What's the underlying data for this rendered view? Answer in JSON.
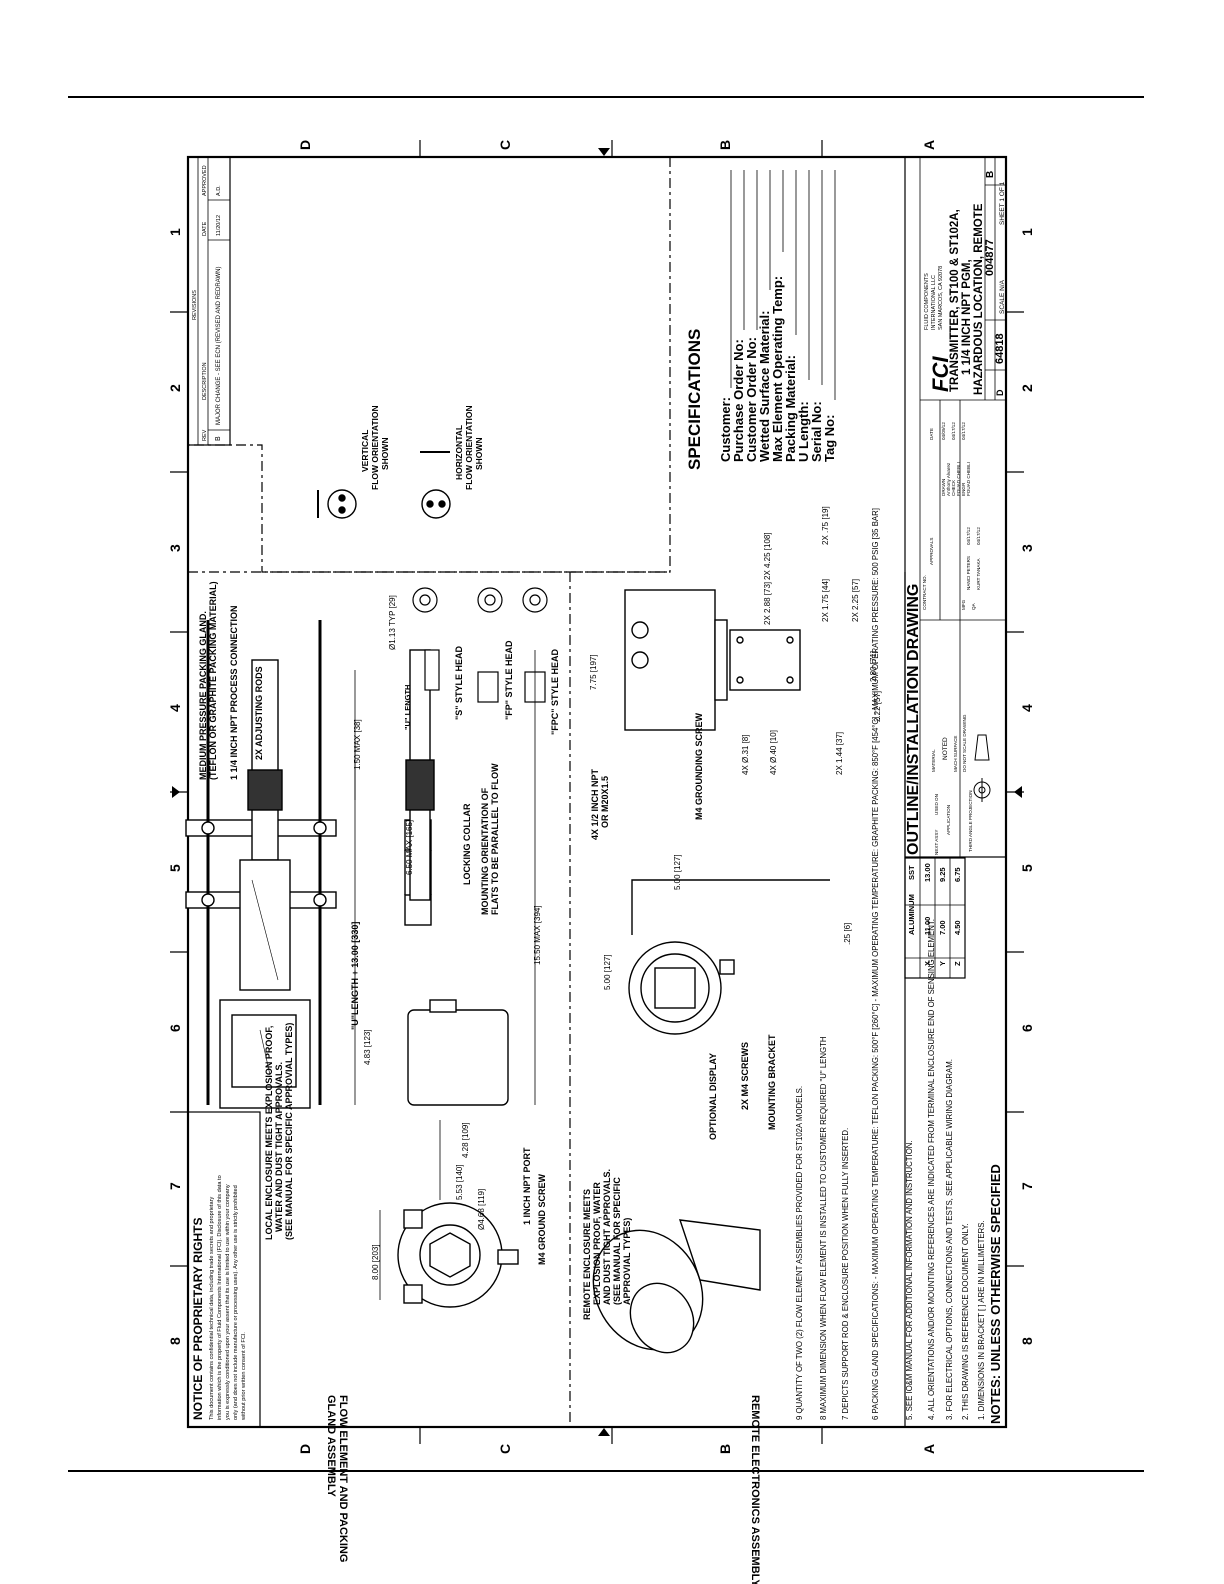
{
  "zones": {
    "top": [
      "8",
      "7",
      "6",
      "5",
      "4",
      "3",
      "2",
      "1"
    ],
    "side": [
      "D",
      "C",
      "B",
      "A"
    ]
  },
  "proprietary": {
    "heading": "NOTICE OF PROPRIETARY RIGHTS",
    "body": [
      "This document contains confidential technical data, including trade secrets and proprietary",
      "information which is the property of Fluid Components International (FCI). Disclosure of this data to",
      "you is expressly conditioned upon your assent that its use is limited to use within your company",
      "only (and does not include manufacture or processing uses). Any other use is strictly prohibited",
      "without prior written consent of FCI."
    ]
  },
  "revisions": {
    "header": "REVISIONS",
    "cols": [
      "REV",
      "DESCRIPTION",
      "DATE",
      "APPROVED"
    ],
    "row": [
      "B",
      "MAJOR CHANGE - SEE ECN (REVISED AND REDRAWN)",
      "11/20/12",
      "A.D."
    ]
  },
  "assemblies": {
    "flow_element": [
      "FLOW ELEMENT AND PACKING",
      "GLAND ASSEMBLY"
    ],
    "remote": "REMOTE ELECTRONICS ASSEMBLY"
  },
  "labels": {
    "packing_gland": [
      "MEDIUM PRESSURE PACKING GLAND.",
      "(TEFLON OR GRAPHITE PACKING MATERIAL)"
    ],
    "npt_process": "1 1/4 INCH NPT PROCESS CONNECTION",
    "adjusting_rods": "2X ADJUSTING RODS",
    "local_enclosure": [
      "LOCAL ENCLOSURE MEETS EXPLOSION PROOF,",
      "WATER AND DUST TIGHT APPROVALS.",
      "(SEE MANUAL FOR SPECIFIC APPROVIAL TYPES)"
    ],
    "npt_port": "1 INCH NPT PORT",
    "m4_ground": "M4 GROUND SCREW",
    "u_length": "\"U\"LENGTH + 13.00 [330]",
    "locking_collar": "LOCKING COLLAR",
    "mounting_orient": [
      "MOUNTING ORIENTATION OF",
      "FLATS TO BE PARALLEL TO FLOW"
    ],
    "u_label": "\"U\" LENGTH",
    "s_head": "\"S\" STYLE HEAD",
    "fp_head": "\"FP\" STYLE HEAD",
    "fpc_head": "\"FPC\" STYLE HEAD",
    "dia_113": "Ø1.13 TYP [29]",
    "max_150": "1.50 MAX [38]",
    "max_650": "6.50 MAX [165]",
    "max_1550": "15.50 MAX [394]",
    "d_483": "4.83 [123]",
    "d_428": "4.28 [109]",
    "d_553": "5.53 [140]",
    "d_800": "8.00 [203]",
    "d_468": "Ø4.68 [119]",
    "remote_enclosure": [
      "REMOTE ENCLOSURE MEETS",
      "EXPLOSION PROOF, WATER",
      "AND DUST TIGHT APPROVALS.",
      "(SEE MANUAL FOR SPECIFIC",
      "APPROVIAL TYPES)"
    ],
    "optional_display": "OPTIONAL DISPLAY",
    "m4_screws": "2X M4 SCREWS",
    "mounting_bracket": "MOUNTING BRACKET",
    "d_500a": "5.00 [127]",
    "d_500b": "5.00 [127]",
    "d_025": ".25 [6]",
    "npt_half": [
      "4X 1/2 INCH NPT",
      "OR M20X1.5"
    ],
    "m4_grounding": "M4 GROUNDING SCREW",
    "d_775": "7.75 [197]",
    "d_031": "4X Ø.31 [8]",
    "d_040": "4X Ø.40 [10]",
    "d_144": "2X 1.44 [37]",
    "d_222": "2.22 [57]",
    "d_280": "2.80 [71]",
    "d_288": "2X 2.88 [73]",
    "d_425": "2X 4.25 [108]",
    "d_175": "2X 1.75 [44]",
    "d_225": "2X 2.25 [57]",
    "d_075": "2X .75 [19]",
    "vertical": [
      "VERTICAL",
      "FLOW ORIENTATION",
      "SHOWN"
    ],
    "horizontal": [
      "HORIZONTAL",
      "FLOW ORIENTATION",
      "SHOWN"
    ]
  },
  "dim_table": {
    "head": [
      "",
      "ALUMINUM",
      "SST"
    ],
    "rows": [
      [
        "X",
        "11.00",
        "13.00"
      ],
      [
        "Y",
        "7.00",
        "9.25"
      ],
      [
        "Z",
        "4.50",
        "6.75"
      ]
    ]
  },
  "specifications": {
    "title": "SPECIFICATIONS",
    "fields": [
      "Customer:",
      "Purchase Order No:",
      "Customer Order No:",
      "Wetted Surface Material:",
      "Max Element Operating Temp:",
      "Packing Material:",
      "U Length:",
      "Serial No:",
      "Tag No:"
    ]
  },
  "notes": {
    "heading": "NOTES: UNLESS OTHERWISE SPECIFIED",
    "items": [
      "1.  DIMENSIONS IN BRACKET [ ] ARE IN MILLIMETERS.",
      "2.  THIS DRAWING IS REFERENCE DOCUMENT ONLY.",
      "3.  FOR ELECTRICAL OPTIONS, CONNECTIONS AND TESTS, SEE APPLICABLE WIRING DIAGRAM.",
      "4.  ALL ORIENTATIONS AND/OR MOUNTING REFERENCES ARE INDICATED FROM TERMINAL ENCLOSURE END OF SENSING ELEMENT.",
      "5.  SEE IO&M MANUAL FOR ADDITIONAL INFORMATION AND INSTRUCTION.",
      "6   PACKING GLAND SPECIFICATIONS: - MAXIMUM OPERATING TEMPERATURE: TEFLON PACKING: 500°F [260°C] - MAXIMUM OPERATING TEMPERATURE: GRAPHITE PACKING: 850°F [454°C] - MAXIMUM OPERATING PRESSURE: 500 PSIG [35 BAR]",
      "7   DEPICTS SUPPORT ROD & ENCLOSURE POSITION WHEN FULLY INSERTED.",
      "8   MAXIMUM DIMENSION WHEN FLOW ELEMENT IS INSTALLED TO CUSTOMER REQUIRED \"U\" LENGTH",
      "9   QUANTITY OF TWO (2) FLOW ELEMENT ASSEMBLIES PROVIDED FOR ST102A MODELS."
    ]
  },
  "title_block": {
    "drawing_type": "OUTLINE/INSTALLATION DRAWING",
    "logo": "FCI",
    "company": [
      "FLUID COMPONENTS",
      "INTERNATIONAL LLC",
      "SAN MARCOS, CA 92078"
    ],
    "title": [
      "TRANSMITTER, ST100 & ST102A,",
      "1 1/4 INCH NPT PGM,",
      "HAZARDOUS LOCATION, REMOTE"
    ],
    "size": "D",
    "cage": "64818",
    "dwg_no": "004877",
    "rev": "B",
    "scale": "SCALE  N/A",
    "sheet": "SHEET  1 OF 1",
    "small": [
      "NEXT ASSY",
      "USED ON",
      "APPLICATION",
      "THIRD ANGLE PROJECTION",
      "MATERIAL",
      "NOTED",
      "MACH SURFACE",
      "DO NOT SCALE DRAWING",
      "CONTRACT NO.",
      "APPROVALS",
      "DRAWN",
      "CHECK",
      "ENGR",
      "QA",
      "MFG",
      "DATE"
    ],
    "names": [
      "Anthony Alvarez",
      "FOUAD CHEBLI",
      "FOUAD CHEBLI",
      "NANCI PETERS",
      "KURT TANAKA"
    ],
    "dates": [
      "04/09/12",
      "04/17/12",
      "04/17/12",
      "04/17/12",
      "04/17/12"
    ]
  }
}
